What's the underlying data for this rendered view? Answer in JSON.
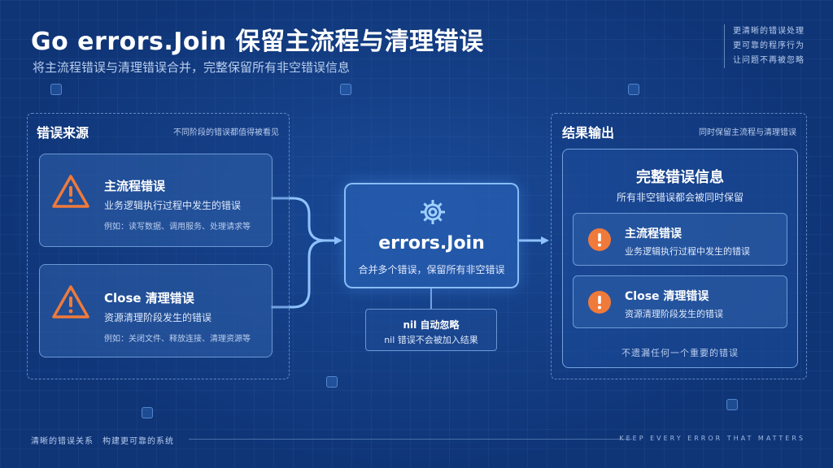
{
  "header": {
    "title": "Go errors.Join 保留主流程与清理错误",
    "subtitle": "将主流程错误与清理错误合并，完整保留所有非空错误信息",
    "side_notes": [
      "更清晰的错误处理",
      "更可靠的程序行为",
      "让问题不再被忽略"
    ]
  },
  "sources": {
    "title": "错误来源",
    "note": "不同阶段的错误都值得被看见",
    "cards": [
      {
        "title": "主流程错误",
        "desc": "业务逻辑执行过程中发生的错误",
        "example": "例如：读写数据、调用服务、处理请求等",
        "icon": "warning-triangle-icon"
      },
      {
        "title": "Close 清理错误",
        "desc": "资源清理阶段发生的错误",
        "example": "例如：关闭文件、释放连接、清理资源等",
        "icon": "warning-triangle-icon"
      }
    ]
  },
  "center": {
    "icon": "gear-icon",
    "title": "errors.Join",
    "desc": "合并多个错误，保留所有非空错误"
  },
  "nil_box": {
    "title": "nil 自动忽略",
    "desc": "nil 错误不会被加入结果"
  },
  "output": {
    "title": "结果输出",
    "note": "同时保留主流程与清理错误",
    "result": {
      "title": "完整错误信息",
      "desc": "所有非空错误都会被同时保留",
      "items": [
        {
          "title": "主流程错误",
          "desc": "业务逻辑执行过程中发生的错误",
          "icon": "alert-circle-icon"
        },
        {
          "title": "Close 清理错误",
          "desc": "资源清理阶段发生的错误",
          "icon": "alert-circle-icon"
        }
      ],
      "foot": "不遗漏任何一个重要的错误"
    }
  },
  "footer": {
    "left": "清晰的错误关系　构建更可靠的系统",
    "right": "KEEP EVERY ERROR THAT MATTERS"
  },
  "colors": {
    "accent_orange": "#f07a3a",
    "arrow_blue": "#8fc3ff",
    "background": "#0f3577"
  }
}
